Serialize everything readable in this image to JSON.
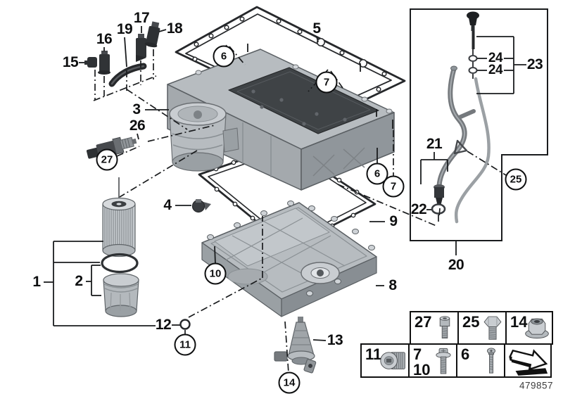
{
  "diagram": {
    "title": "engine-oil-pan-exploded-diagram",
    "doc_number": "479857",
    "colors": {
      "outline": "#1a1c1e",
      "metal_light": "#c9cdd1",
      "metal_mid": "#b7bcc0",
      "metal_dark": "#8f959a",
      "black_part": "#2a2d30"
    },
    "callouts": {
      "p1": "1",
      "p2": "2",
      "p3": "3",
      "p4": "4",
      "p5": "5",
      "p6": "6",
      "p7": "7",
      "p8": "8",
      "p9": "9",
      "p10": "10",
      "p11": "11",
      "p12": "12",
      "p13": "13",
      "p14": "14",
      "p15": "15",
      "p16": "16",
      "p17": "17",
      "p18": "18",
      "p19": "19",
      "p20": "20",
      "p21": "21",
      "p22": "22",
      "p23": "23",
      "p24": "24",
      "p25": "25",
      "p26": "26",
      "p27": "27"
    },
    "legend": {
      "r1": [
        {
          "num": "27",
          "icon": "socket-head-screw-icon"
        },
        {
          "num": "25",
          "icon": "hex-bolt-icon"
        },
        {
          "num": "14",
          "icon": "flange-nut-icon"
        }
      ],
      "r2": [
        {
          "num": "11",
          "icon": "drain-plug-icon"
        },
        {
          "num": "7",
          "num2": "10",
          "icon": "screw-with-washer-icon"
        },
        {
          "num": "6",
          "icon": "small-screw-icon"
        },
        {
          "icon": "direction-arrow-icon"
        }
      ]
    }
  }
}
